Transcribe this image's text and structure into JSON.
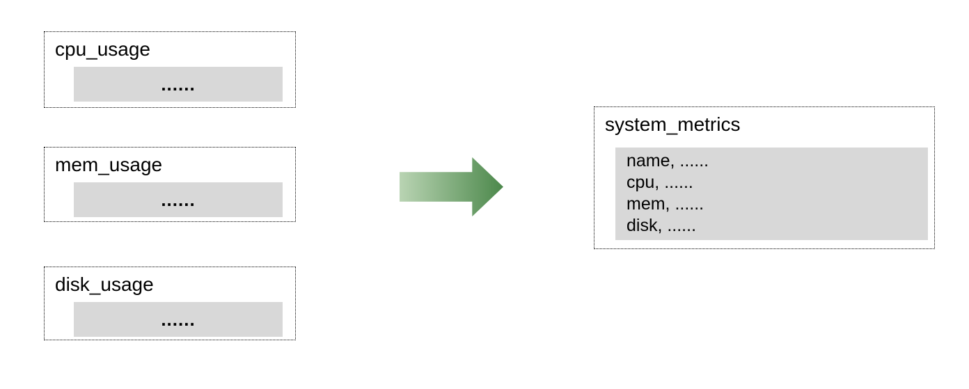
{
  "diagram": {
    "sources": [
      {
        "title": "cpu_usage",
        "placeholder": "......"
      },
      {
        "title": "mem_usage",
        "placeholder": "......"
      },
      {
        "title": "disk_usage",
        "placeholder": "......"
      }
    ],
    "target": {
      "title": "system_metrics",
      "fields": [
        "name, ......",
        "cpu, ......",
        "mem, ......",
        "disk, ......"
      ]
    },
    "colors": {
      "box_fill": "#d8d8d8",
      "arrow_gradient_start": "#b9d4b3",
      "arrow_gradient_end": "#4c884b",
      "border": "#000000"
    }
  }
}
